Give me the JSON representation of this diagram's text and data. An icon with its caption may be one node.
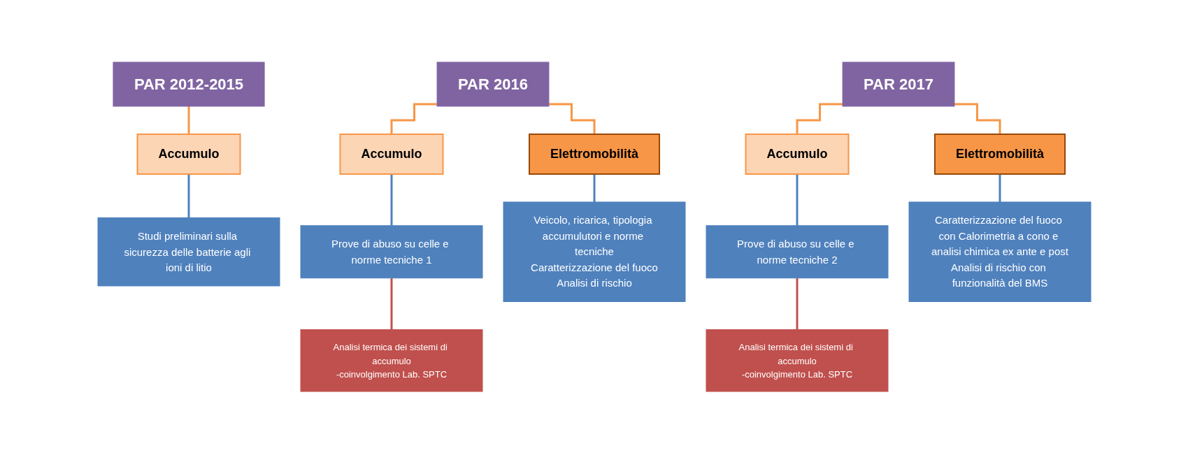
{
  "diagram": {
    "nodes": [
      {
        "text": [
          "PAR 2012-2015"
        ]
      },
      {
        "text": [
          "Accumulo"
        ]
      },
      {
        "text": [
          "Studi preliminari sulla sicurezza delle batterie agli ioni di litio"
        ]
      },
      {
        "text": [
          "PAR 2016"
        ]
      },
      {
        "text": [
          "Accumulo"
        ]
      },
      {
        "text": [
          "Elettromobilità"
        ]
      },
      {
        "text": [
          "Prove di abuso su celle e norme tecniche 1"
        ]
      },
      {
        "text": [
          "Analisi termica dei sistemi di accumulo",
          "-coinvolgimento Lab. SPTC"
        ]
      },
      {
        "text": [
          "Veicolo, ricarica, tipologia accumulutori e norme tecniche",
          "Caratterizzazione del fuoco",
          "Analisi di rischio"
        ]
      },
      {
        "text": [
          "PAR 2017"
        ]
      },
      {
        "text": [
          "Accumulo"
        ]
      },
      {
        "text": [
          "Elettromobilità"
        ]
      },
      {
        "text": [
          "Prove di abuso su celle e norme tecniche 2"
        ]
      },
      {
        "text": [
          "Analisi termica dei sistemi di accumulo",
          "-coinvolgimento Lab. SPTC"
        ]
      },
      {
        "text": [
          "Caratterizzazione del fuoco con Calorimetria a cono e analisi chimica ex ante e post",
          "Analisi di rischio con funzionalità del BMS"
        ]
      }
    ],
    "edges": [
      {
        "from": 0,
        "to": 1,
        "arrow": "none",
        "color": "#f79646"
      },
      {
        "from": 1,
        "to": 2,
        "arrow": "none",
        "color": "#4f81bd"
      },
      {
        "from": 3,
        "to": 4,
        "arrow": "none",
        "color": "#f79646"
      },
      {
        "from": 3,
        "to": 5,
        "arrow": "none",
        "color": "#f79646"
      },
      {
        "from": 4,
        "to": 6,
        "arrow": "none",
        "color": "#4f81bd"
      },
      {
        "from": 6,
        "to": 7,
        "arrow": "none",
        "color": "#c0504d"
      },
      {
        "from": 5,
        "to": 8,
        "arrow": "none",
        "color": "#4f81bd"
      },
      {
        "from": 9,
        "to": 10,
        "arrow": "none",
        "color": "#f79646"
      },
      {
        "from": 9,
        "to": 11,
        "arrow": "none",
        "color": "#f79646"
      },
      {
        "from": 10,
        "to": 12,
        "arrow": "none",
        "color": "#4f81bd"
      },
      {
        "from": 12,
        "to": 13,
        "arrow": "none",
        "color": "#c0504d"
      },
      {
        "from": 11,
        "to": 14,
        "arrow": "none",
        "color": "#4f81bd"
      }
    ]
  }
}
